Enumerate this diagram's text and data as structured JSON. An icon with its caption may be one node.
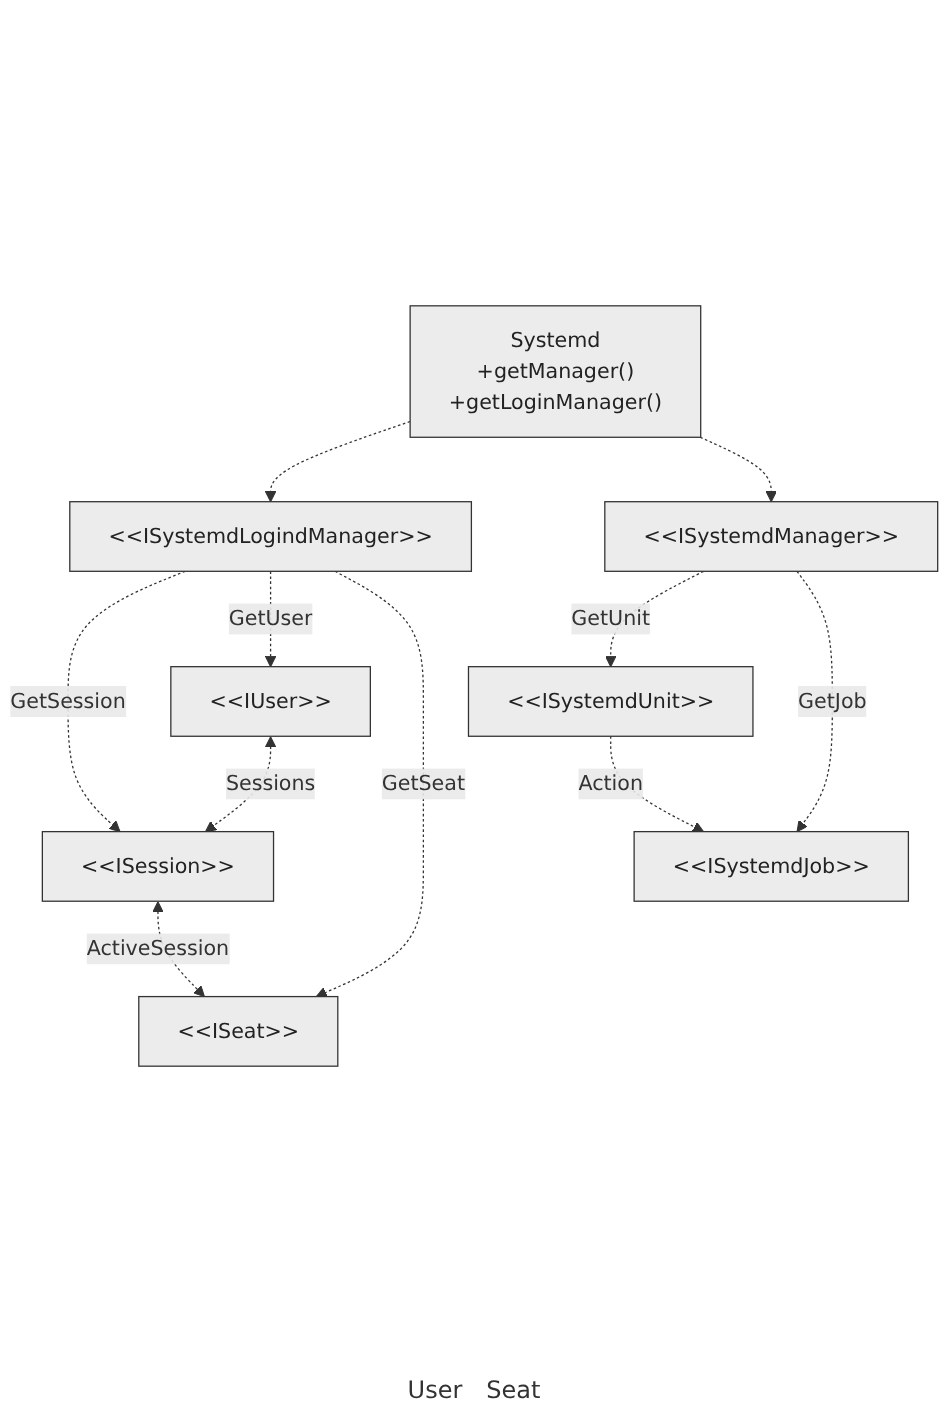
{
  "diagram": {
    "nodes": [
      {
        "text": [
          "Systemd",
          "+getManager()",
          "+getLoginManager()"
        ]
      },
      {
        "text": [
          "<<ISystemdLogindManager>>"
        ]
      },
      {
        "text": [
          "<<ISystemdManager>>"
        ]
      },
      {
        "text": [
          "<<IUser>>"
        ]
      },
      {
        "text": [
          "<<ISystemdUnit>>"
        ]
      },
      {
        "text": [
          "<<ISession>>"
        ]
      },
      {
        "text": [
          "<<ISystemdJob>>"
        ]
      },
      {
        "text": [
          "<<ISeat>>"
        ]
      }
    ],
    "edges": [
      {
        "from": 0,
        "to": 1,
        "arrow": "to",
        "style": "dashed"
      },
      {
        "from": 0,
        "to": 2,
        "arrow": "to",
        "style": "dashed"
      },
      {
        "from": 1,
        "to": 5,
        "arrow": "to",
        "style": "dashed",
        "label": "GetSession"
      },
      {
        "from": 1,
        "to": 3,
        "arrow": "to",
        "style": "dashed",
        "label": "GetUser"
      },
      {
        "from": 1,
        "to": 7,
        "arrow": "to",
        "style": "dashed",
        "label": "GetSeat"
      },
      {
        "from": 2,
        "to": 4,
        "arrow": "to",
        "style": "dashed",
        "label": "GetUnit"
      },
      {
        "from": 2,
        "to": 6,
        "arrow": "to",
        "style": "dashed",
        "label": "GetJob"
      },
      {
        "from": 3,
        "to": 5,
        "arrow": "both",
        "style": "dashed",
        "label": "Sessions"
      },
      {
        "from": 4,
        "to": 6,
        "arrow": "to",
        "style": "dashed",
        "label": "Action"
      },
      {
        "from": 5,
        "to": 7,
        "arrow": "both",
        "style": "dashed",
        "label": "ActiveSession"
      }
    ],
    "labels": [
      "User",
      "Seat"
    ]
  }
}
